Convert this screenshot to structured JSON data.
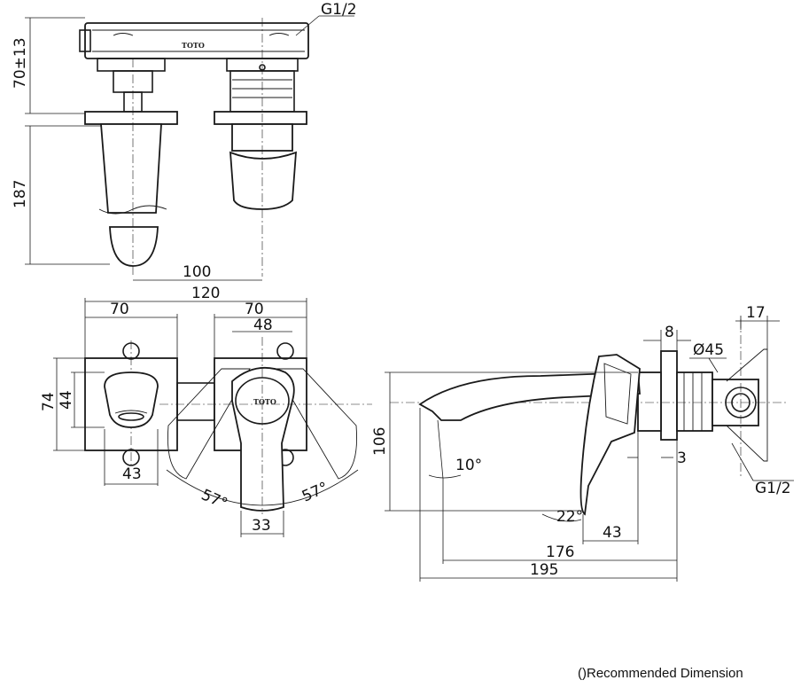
{
  "brand": "TOTO",
  "footer_note": "()Recommended Dimension",
  "dimensions": {
    "thread_top": "G1/2",
    "thread_side": "G1/2",
    "adjust_range": "70±13",
    "height_187": "187",
    "spacing_100": "100",
    "spacing_120": "120",
    "plate_70_left": "70",
    "plate_70_right": "70",
    "plate_48": "48",
    "plate_74": "74",
    "plate_44": "44",
    "plate_43": "43",
    "handle_33": "33",
    "angle_left": "57°",
    "angle_right": "57°",
    "height_106": "106",
    "angle_10": "10°",
    "angle_22": "22°",
    "gap_3": "3",
    "depth_43": "43",
    "reach_176": "176",
    "reach_195": "195",
    "thickness_8": "8",
    "diameter_45": "Ø45",
    "body_17": "17"
  }
}
